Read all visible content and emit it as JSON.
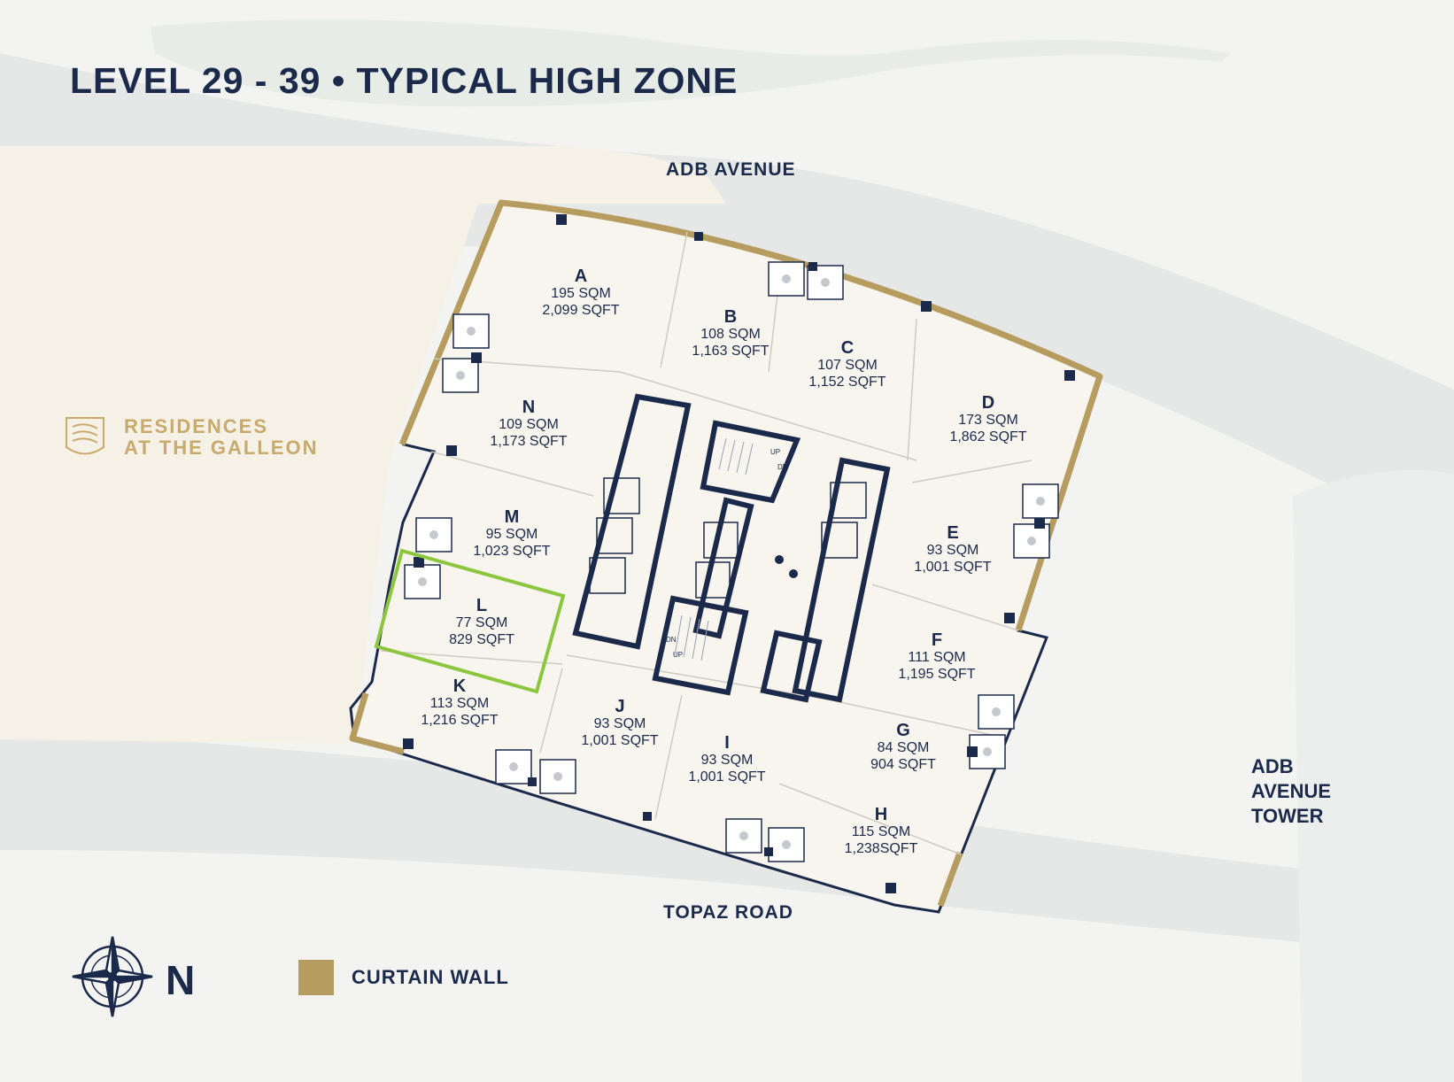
{
  "title": "LEVEL 29 - 39 • TYPICAL HIGH ZONE",
  "streets": {
    "north": "ADB AVENUE",
    "south": "TOPAZ ROAD"
  },
  "neighbor_tower": [
    "ADB",
    "AVENUE",
    "TOWER"
  ],
  "neighbor_residence": [
    "RESIDENCES",
    "AT THE GALLEON"
  ],
  "units": [
    {
      "id": "A",
      "sqm": "195 SQM",
      "sqft": "2,099 SQFT"
    },
    {
      "id": "B",
      "sqm": "108 SQM",
      "sqft": "1,163 SQFT"
    },
    {
      "id": "C",
      "sqm": "107 SQM",
      "sqft": "1,152 SQFT"
    },
    {
      "id": "D",
      "sqm": "173 SQM",
      "sqft": "1,862 SQFT"
    },
    {
      "id": "E",
      "sqm": "93 SQM",
      "sqft": "1,001 SQFT"
    },
    {
      "id": "F",
      "sqm": "111 SQM",
      "sqft": "1,195 SQFT"
    },
    {
      "id": "G",
      "sqm": "84 SQM",
      "sqft": "904 SQFT"
    },
    {
      "id": "H",
      "sqm": "115 SQM",
      "sqft": "1,238SQFT"
    },
    {
      "id": "I",
      "sqm": "93 SQM",
      "sqft": "1,001 SQFT"
    },
    {
      "id": "J",
      "sqm": "93 SQM",
      "sqft": "1,001 SQFT"
    },
    {
      "id": "K",
      "sqm": "113 SQM",
      "sqft": "1,216 SQFT"
    },
    {
      "id": "L",
      "sqm": "77 SQM",
      "sqft": "829 SQFT"
    },
    {
      "id": "M",
      "sqm": "95 SQM",
      "sqft": "1,023 SQFT"
    },
    {
      "id": "N",
      "sqm": "109 SQM",
      "sqft": "1,173 SQFT"
    }
  ],
  "highlighted_unit": "L",
  "stair_labels": {
    "up": "UP",
    "dn": "DN"
  },
  "legend": {
    "north": "N",
    "curtain_wall": "CURTAIN WALL"
  },
  "colors": {
    "navy": "#1b2a4b",
    "gold": "#b69c5e",
    "highlight": "#8cc63f",
    "floor": "#f8f5ee",
    "site": "#f6f1e7"
  }
}
